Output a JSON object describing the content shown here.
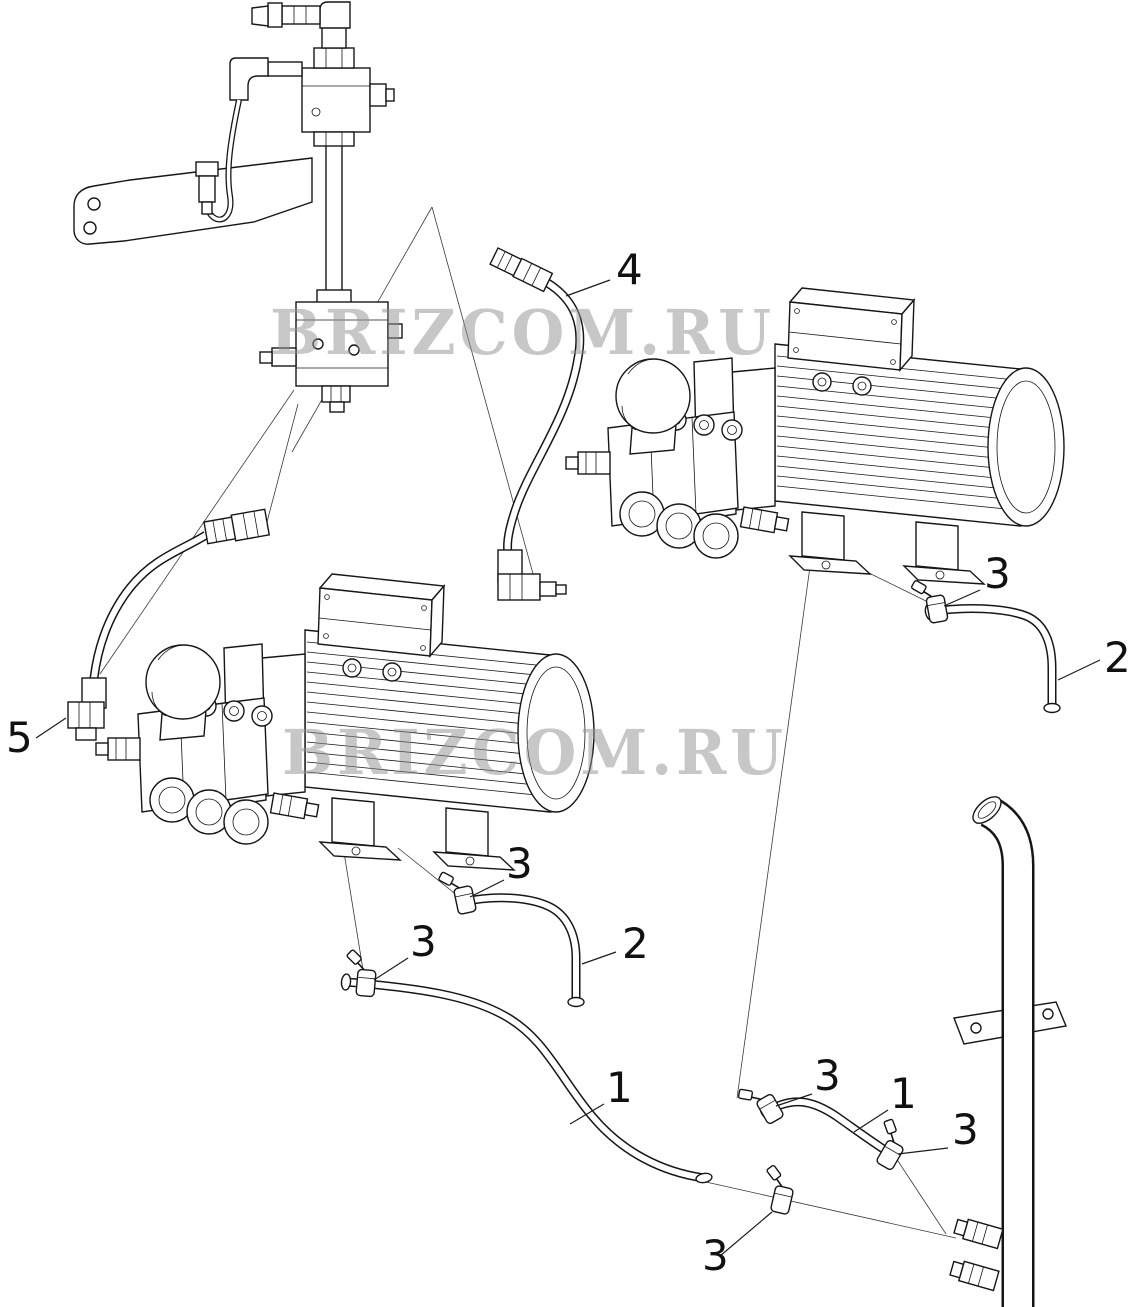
{
  "diagram": {
    "watermarks": [
      {
        "text": "BRIZCOM.RU"
      },
      {
        "text": "BRIZCOM.RU"
      }
    ],
    "callouts": [
      {
        "label": "4"
      },
      {
        "label": "3"
      },
      {
        "label": "2"
      },
      {
        "label": "5"
      },
      {
        "label": "3"
      },
      {
        "label": "3"
      },
      {
        "label": "2"
      },
      {
        "label": "1"
      },
      {
        "label": "3"
      },
      {
        "label": "1"
      },
      {
        "label": "3"
      },
      {
        "label": "3"
      }
    ]
  }
}
